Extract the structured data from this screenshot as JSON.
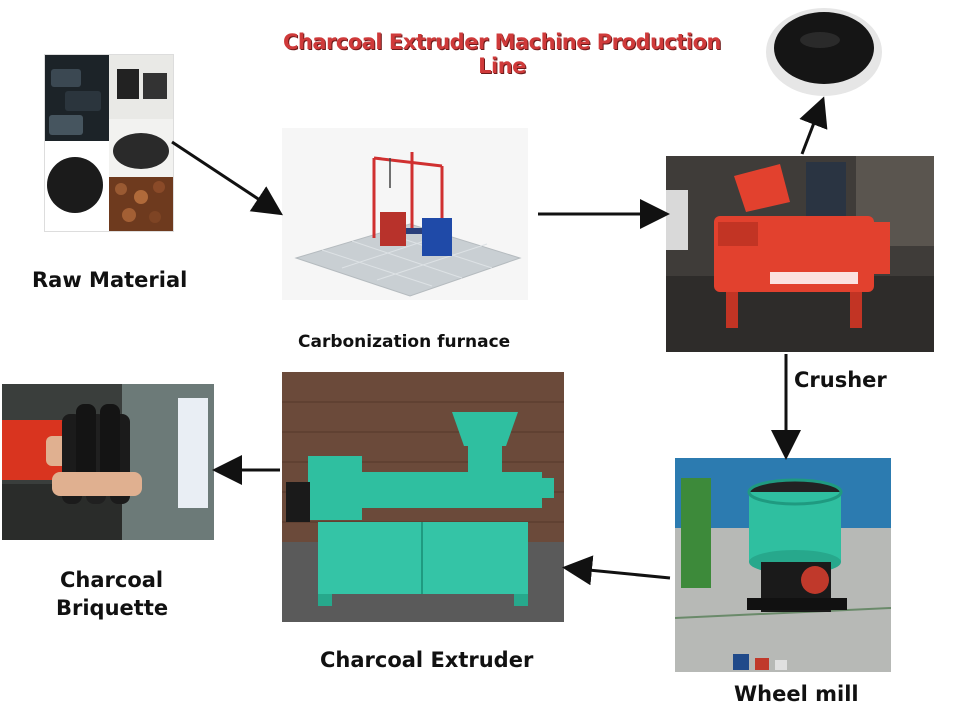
{
  "title": "Charcoal Extruder Machine Production Line",
  "steps": {
    "raw_material": "Raw Material",
    "carbonization": "Carbonization furnace",
    "crusher": "Crusher",
    "wheel_mill": "Wheel mill",
    "extruder": "Charcoal Extruder",
    "briquette_line1": "Charcoal",
    "briquette_line2": "Briquette"
  },
  "colors": {
    "title": "#cf3a3a",
    "machine_red": "#e2412e",
    "machine_green": "#2fbfa0",
    "arrow": "#111111"
  }
}
